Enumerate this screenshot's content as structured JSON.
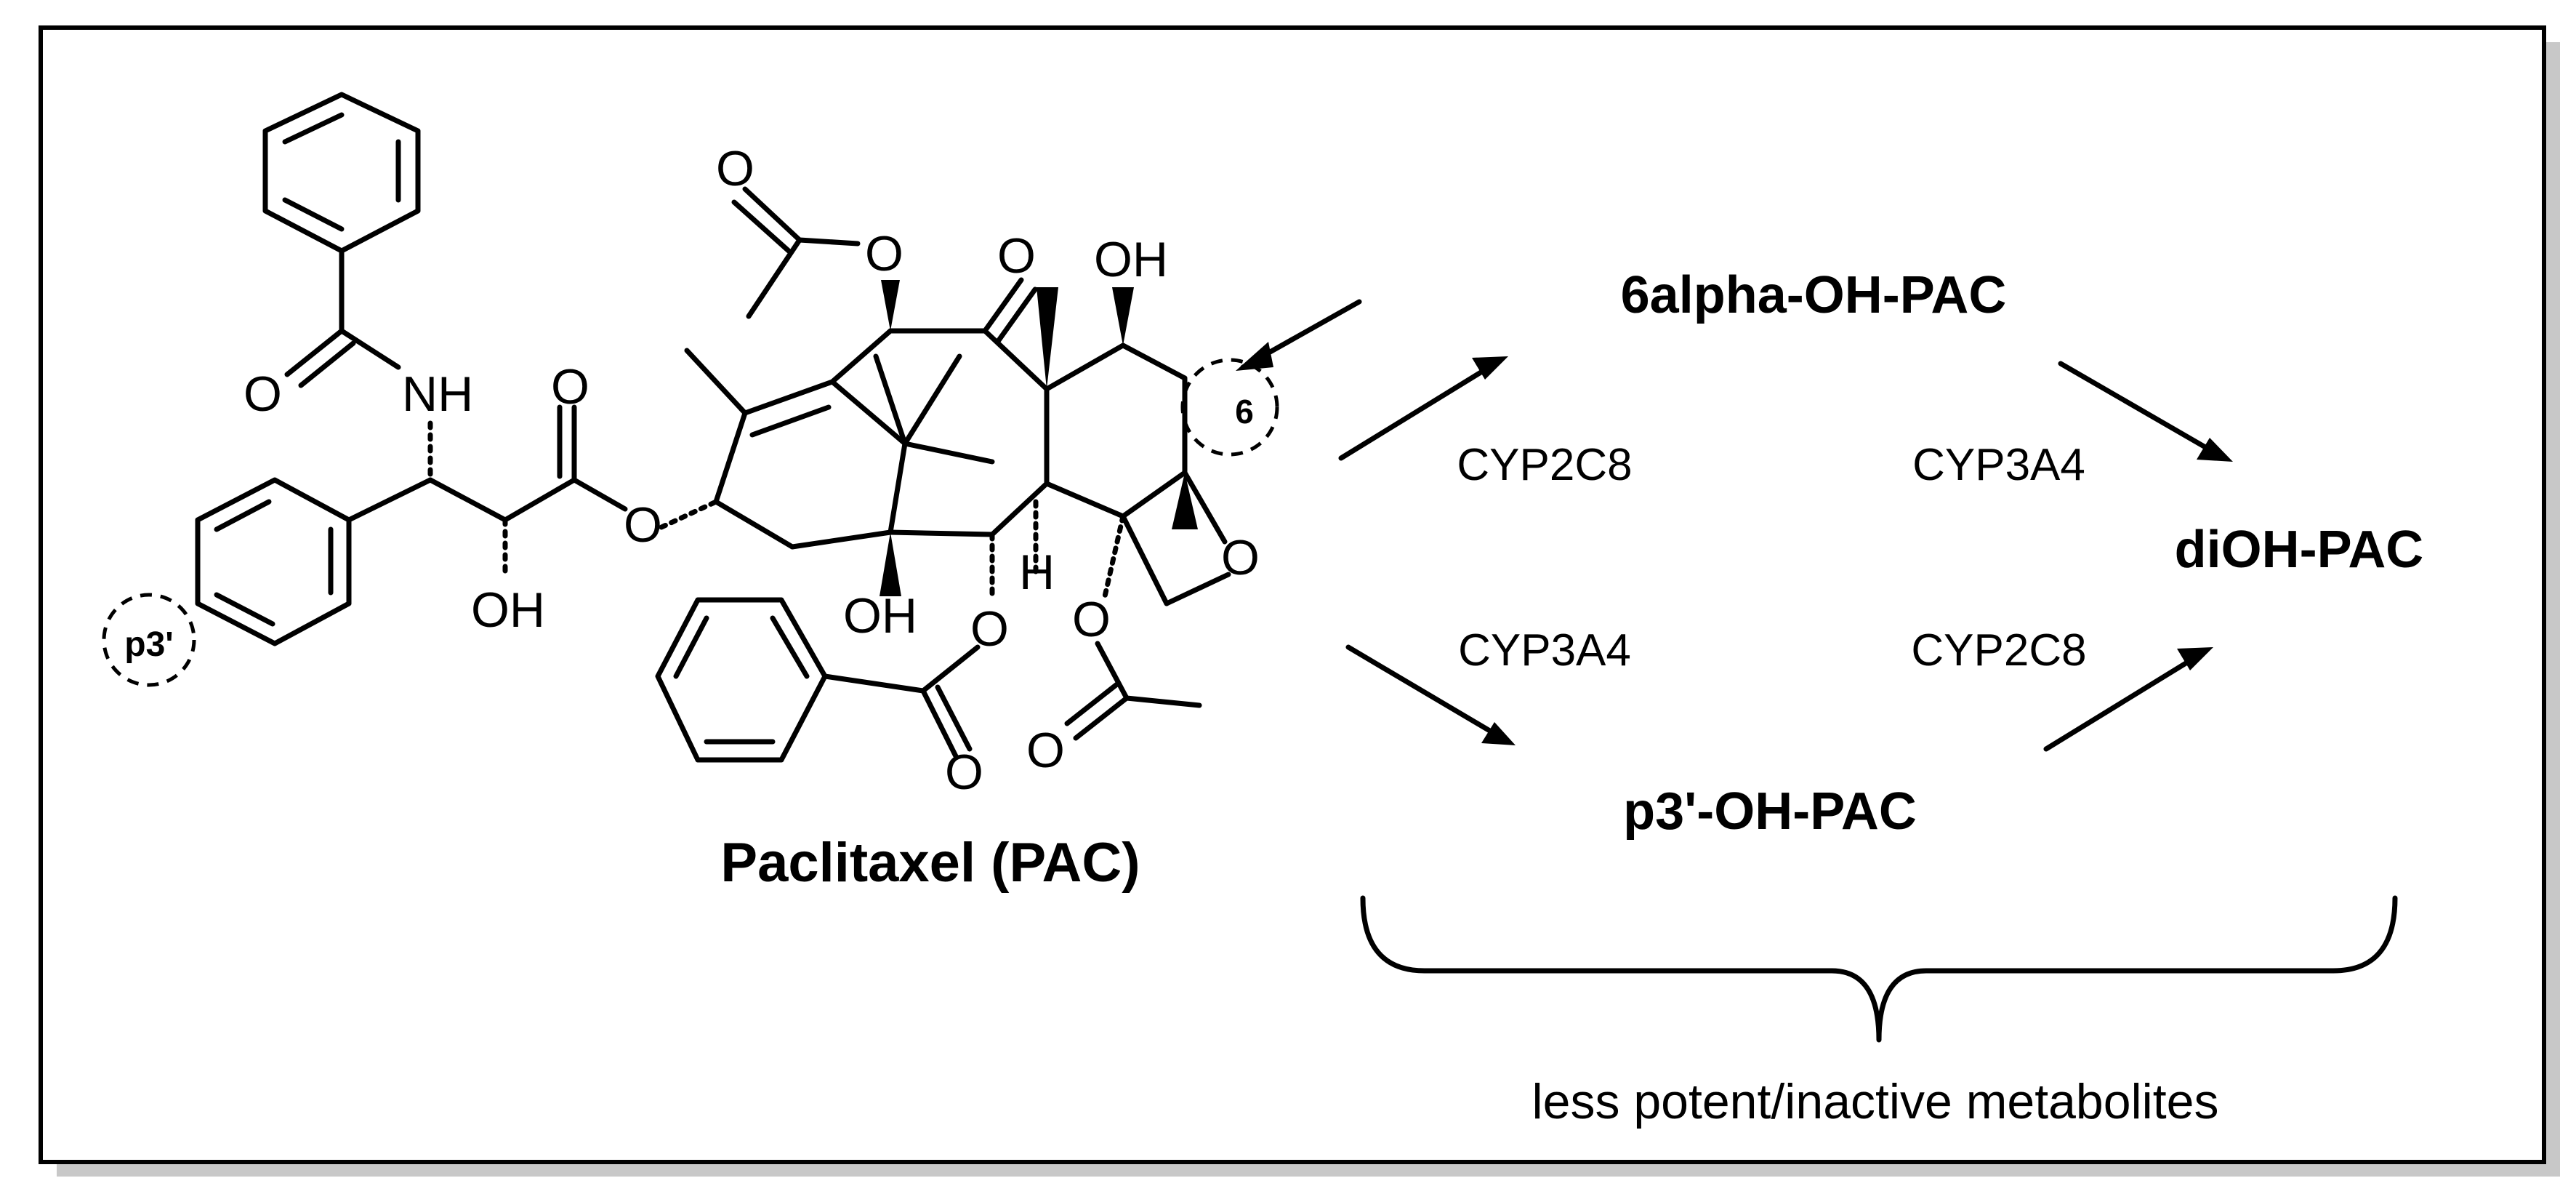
{
  "figure": {
    "title": "Paclitaxel (PAC)",
    "metabolites": {
      "six_alpha": "6alpha-OH-PAC",
      "p3": "p3'-OH-PAC",
      "di": "diOH-PAC"
    },
    "enzymes": {
      "upper_left": "CYP2C8",
      "upper_right": "CYP3A4",
      "lower_left": "CYP3A4",
      "lower_right": "CYP2C8"
    },
    "footnote": "less potent/inactive metabolites",
    "site_labels": {
      "p3": "p3'",
      "six": "6"
    },
    "atom_labels": {
      "oxygen": "O",
      "nh": "NH",
      "oh": "OH",
      "h": "H"
    }
  },
  "colors": {
    "line": "#000000",
    "background": "#ffffff",
    "shadow": "#c8c8c8"
  }
}
